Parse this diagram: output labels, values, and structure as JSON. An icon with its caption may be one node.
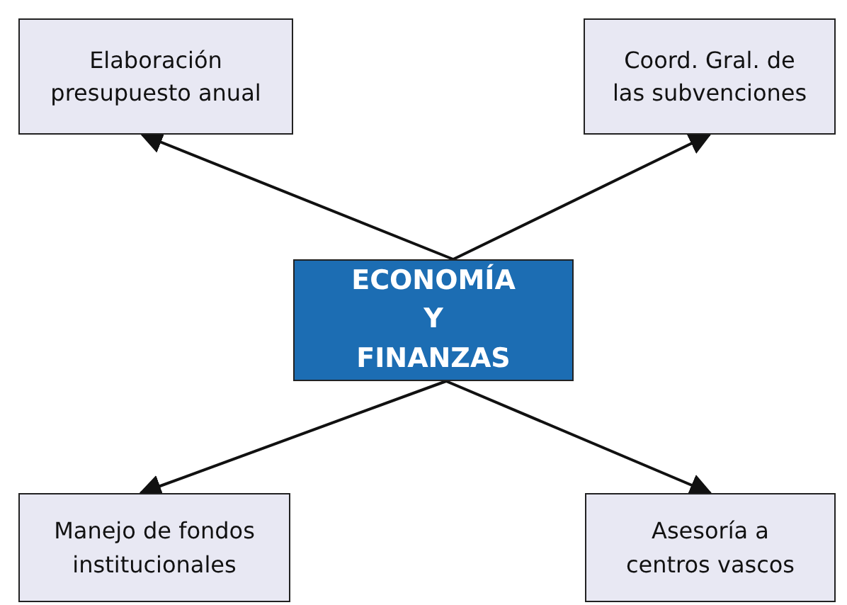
{
  "diagram": {
    "nodes": [
      {
        "text": [
          "ECONOMÍA Y FINANZAS"
        ]
      },
      {
        "text": [
          "Elaboración presupuesto anual"
        ]
      },
      {
        "text": [
          "Coord. Gral. de las subvenciones"
        ]
      },
      {
        "text": [
          "Manejo de fondos institucionales"
        ]
      },
      {
        "text": [
          "Asesoría a centros vascos"
        ]
      }
    ],
    "edges": [
      {
        "from": 0,
        "to": 1,
        "arrow": "to"
      },
      {
        "from": 0,
        "to": 2,
        "arrow": "to"
      },
      {
        "from": 0,
        "to": 3,
        "arrow": "to"
      },
      {
        "from": 0,
        "to": 4,
        "arrow": "to"
      }
    ]
  }
}
